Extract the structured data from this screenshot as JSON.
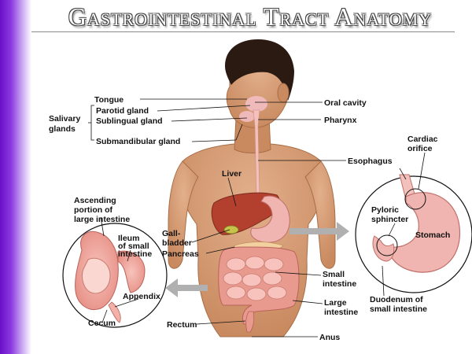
{
  "title": "Gastrointestinal Tract Anatomy",
  "labels": {
    "tongue": "Tongue",
    "parotid": "Parotid gland",
    "sublingual": "Sublingual gland",
    "submandibular": "Submandibular gland",
    "salivary_1": "Salivary",
    "salivary_2": "glands",
    "oral_cavity": "Oral cavity",
    "pharynx": "Pharynx",
    "esophagus": "Esophagus",
    "liver": "Liver",
    "gallbladder_1": "Gall-",
    "gallbladder_2": "bladder",
    "pancreas": "Pancreas",
    "ascending_1": "Ascending",
    "ascending_2": "portion of",
    "ascending_3": "large intestine",
    "ileum_1": "Ileum",
    "ileum_2": "of small",
    "ileum_3": "intestine",
    "appendix": "Appendix",
    "cecum": "Cecum",
    "rectum": "Rectum",
    "anus": "Anus",
    "small_int_1": "Small",
    "small_int_2": "intestine",
    "large_int_1": "Large",
    "large_int_2": "intestine",
    "cardiac_1": "Cardiac",
    "cardiac_2": "orifice",
    "pyloric_1": "Pyloric",
    "pyloric_2": "sphincter",
    "stomach": "Stomach",
    "duodenum_1": "Duodenum of",
    "duodenum_2": "small intestine"
  },
  "colors": {
    "accent_bar": "#7a22d8",
    "skin": "#d9a07a",
    "hair": "#2a1a12",
    "liver": "#b3402e",
    "intestine": "#f2a8a0",
    "stomach": "#f0b5b0",
    "arrow": "#b0b0b0"
  }
}
